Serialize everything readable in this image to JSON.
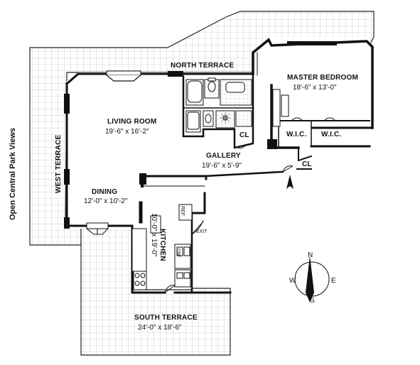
{
  "side_caption": "Open Central Park Views",
  "terraces": {
    "north": {
      "name": "NORTH TERRACE"
    },
    "west": {
      "name": "WEST TERRACE"
    },
    "south": {
      "name": "SOUTH TERRACE",
      "dims": "24'-0\" x 18'-6\""
    }
  },
  "rooms": {
    "living": {
      "name": "LIVING ROOM",
      "dims": "19'-6\" x 16'-2\""
    },
    "dining": {
      "name": "DINING",
      "dims": "12'-0\" x 10'-2\""
    },
    "gallery": {
      "name": "GALLERY",
      "dims": "19'-6\" x 5'-9\""
    },
    "master": {
      "name": "MASTER BEDROOM",
      "dims": "18'-6\" x 13'-0\""
    },
    "kitchen": {
      "name": "KITCHEN",
      "dims": "10'-0\" x 19'-0\""
    }
  },
  "closets": {
    "wic_left": "W.I.C.",
    "wic_right": "W.I.C.",
    "cl_bath": "CL",
    "cl_gallery": "CL"
  },
  "fixtures": {
    "refrigerator": "REF",
    "dishwasher": "DW",
    "exit": "EXIT"
  },
  "compass": {
    "n": "N",
    "e": "E",
    "s": "S",
    "w": "W"
  }
}
